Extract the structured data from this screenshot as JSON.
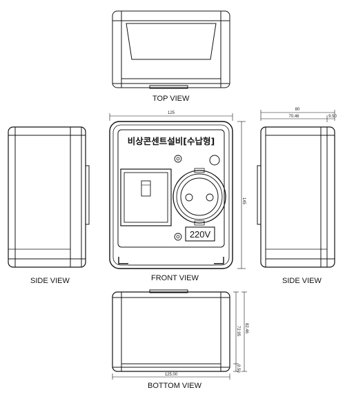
{
  "views": {
    "top": {
      "label": "TOP VIEW"
    },
    "front": {
      "label": "FRONT VIEW",
      "title": "비상콘센트설비[수납형]",
      "voltage": "220V"
    },
    "side_left": {
      "label": "SIDE VIEW"
    },
    "side_right": {
      "label": "SIDE VIEW"
    },
    "bottom": {
      "label": "BOTTOM VIEW"
    }
  },
  "dimensions": {
    "front_width": "125",
    "front_height": "145",
    "side_width": "80",
    "side_depth": "70.46",
    "side_offset": "9.50",
    "bottom_width": "125.00",
    "bottom_height_total": "82.46",
    "bottom_height_body": "72.95",
    "bottom_base": "9.50"
  },
  "colors": {
    "line": "#111111",
    "background": "#ffffff"
  }
}
